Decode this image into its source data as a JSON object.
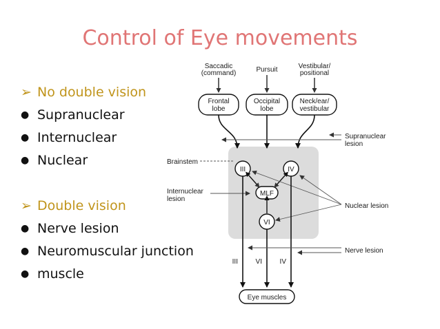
{
  "slide": {
    "title": "Control of Eye movements"
  },
  "list": {
    "head1": "No double vision",
    "items1": [
      "Supranuclear",
      "Internuclear",
      "Nuclear"
    ],
    "head2": "Double vision",
    "items2": [
      "Nerve lesion",
      "Neuromuscular junction",
      "muscle"
    ]
  },
  "diagram": {
    "inputs": [
      {
        "line1": "Saccadic",
        "line2": "(command)"
      },
      {
        "line1": "Pursuit",
        "line2": ""
      },
      {
        "line1": "Vestibular/",
        "line2": "positional"
      }
    ],
    "lobes": [
      {
        "line1": "Frontal",
        "line2": "lobe"
      },
      {
        "line1": "Occipital",
        "line2": "lobe"
      },
      {
        "line1": "Neck/ear/",
        "line2": "vestibular"
      }
    ],
    "nuclei": {
      "n3": "III",
      "n4": "IV",
      "mlf": "MLF",
      "n6": "VI"
    },
    "labels": {
      "brainstem": "Brainstem",
      "internuclear_1": "Internuclear",
      "internuclear_2": "lesion",
      "supranuclear_1": "Supranuclear",
      "supranuclear_2": "lesion",
      "nuclear": "Nuclear lesion",
      "nerve": "Nerve lesion"
    },
    "nerves": [
      "III",
      "VI",
      "IV"
    ],
    "output": "Eye muscles"
  }
}
